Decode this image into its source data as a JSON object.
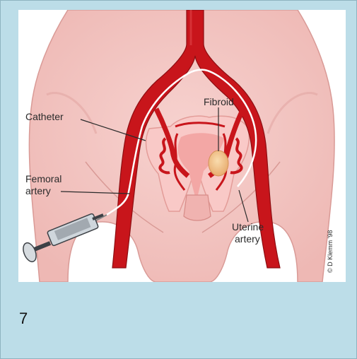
{
  "colors": {
    "background": "#bcdde8",
    "skin": "#f3c7c3",
    "skin_shadow": "#e6a9a5",
    "artery": "#c8151b",
    "artery_dark": "#8d0e12",
    "catheter": "#ffffff",
    "uterus_inner": "#f5b2b0",
    "fibroid": "#f2c28c"
  },
  "labels": {
    "fibroid": "Fibroid",
    "catheter": "Catheter",
    "femoral_artery_line1": "Femoral",
    "femoral_artery_line2": "artery",
    "uterine_artery_line1": "Uterine",
    "uterine_artery_line2": "artery",
    "copyright": "© D Klemm '98"
  },
  "slide_number": "7"
}
